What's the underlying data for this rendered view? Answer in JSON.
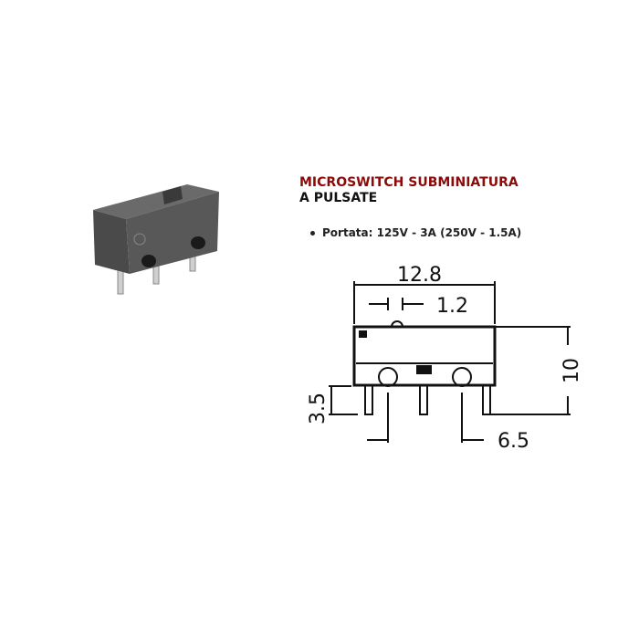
{
  "product": {
    "title_line1": "MICROSWITCH SUBMINIATURA",
    "title_line2": "A PULSATE",
    "specs": [
      {
        "label": "Portata: 125V - 3A (250V - 1.5A)"
      }
    ]
  },
  "drawing": {
    "dimensions": {
      "width": "12.8",
      "actuator": "1.2",
      "height": "10",
      "pin_length": "3.5",
      "pin_spacing": "6.5"
    }
  },
  "colors": {
    "title_accent": "#8b0a0a",
    "text": "#111111"
  }
}
